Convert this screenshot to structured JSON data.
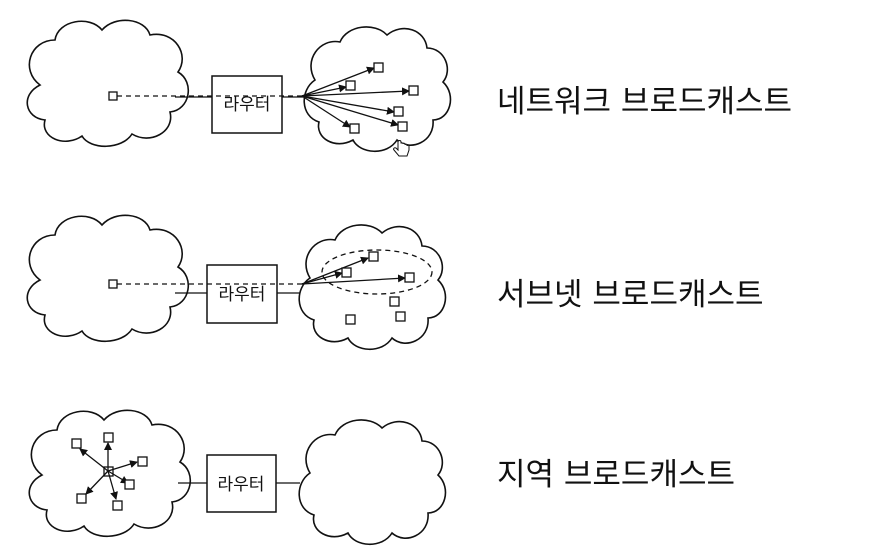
{
  "router_label": "라우터",
  "rows": [
    {
      "label": "네트워크 브로드캐스트"
    },
    {
      "label": "서브넷 브로드캐스트"
    },
    {
      "label": "지역 브로드캐스트"
    }
  ],
  "icons": [
    "router-box",
    "host-square",
    "hand-cursor-icon"
  ]
}
